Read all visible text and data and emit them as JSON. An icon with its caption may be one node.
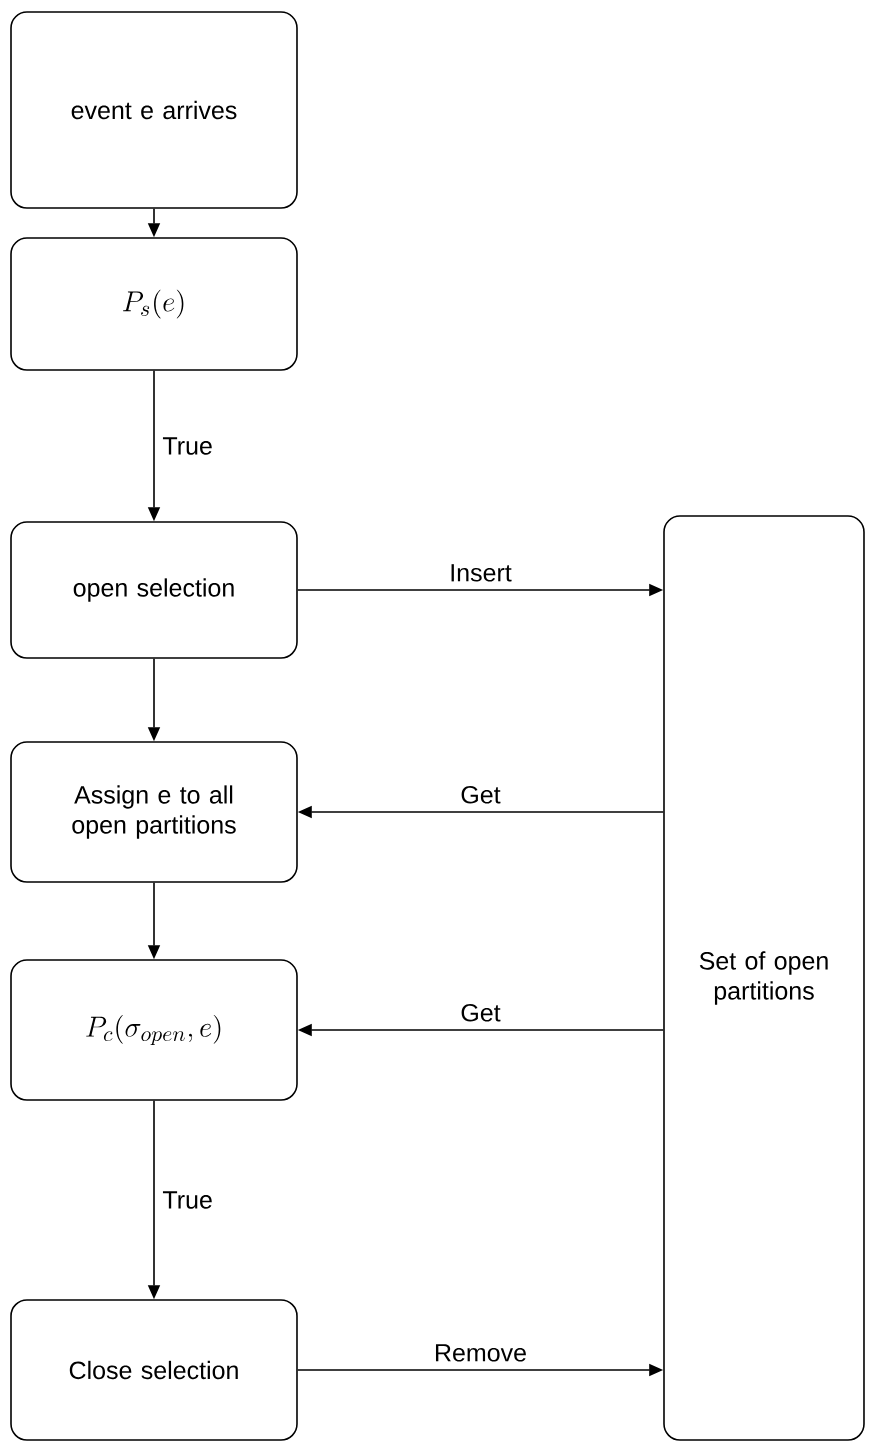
{
  "diagram": {
    "nodes": [
      {
        "text": [
          "event e arrives"
        ]
      },
      {
        "text": [
          "P_s(e)"
        ]
      },
      {
        "text": [
          "open selection"
        ]
      },
      {
        "text": [
          "Assign e to all open partitions"
        ]
      },
      {
        "text": [
          "P_c(\\sigma_{open}, e)"
        ]
      },
      {
        "text": [
          "Close selection"
        ]
      },
      {
        "text": [
          "Set of open partitions"
        ]
      }
    ],
    "edges": [
      {
        "from": 0,
        "to": 1,
        "arrow": "to"
      },
      {
        "from": 1,
        "to": 2,
        "arrow": "to",
        "label": "True"
      },
      {
        "from": 2,
        "to": 3,
        "arrow": "to"
      },
      {
        "from": 3,
        "to": 4,
        "arrow": "to"
      },
      {
        "from": 4,
        "to": 5,
        "arrow": "to",
        "label": "True"
      },
      {
        "from": 2,
        "to": 6,
        "arrow": "to",
        "label": "Insert"
      },
      {
        "from": 6,
        "to": 3,
        "arrow": "to",
        "label": "Get"
      },
      {
        "from": 6,
        "to": 4,
        "arrow": "to",
        "label": "Get"
      },
      {
        "from": 5,
        "to": 6,
        "arrow": "to",
        "label": "Remove"
      }
    ]
  }
}
